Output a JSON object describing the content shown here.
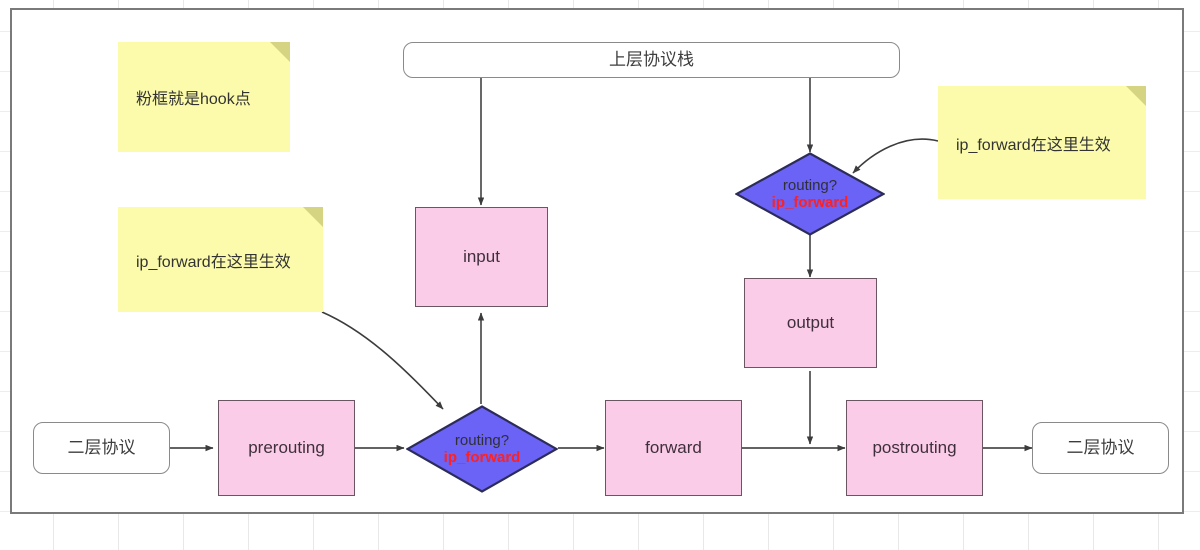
{
  "diagram": {
    "title_note": "粉框就是hook点",
    "colors": {
      "pink_fill": "#fbcce7",
      "pink_stroke": "#6b5563",
      "blue_fill": "#6b63f5",
      "blue_stroke": "#2c2c5a",
      "note_fill": "#fbfbab",
      "note_fold": "#d4d483",
      "edge_stroke": "#4d4d4d",
      "frame_stroke": "#7a7a7a",
      "accent_red": "#ff2020"
    },
    "nodes": {
      "upper_stack": "上层协议栈",
      "input": "input",
      "output": "output",
      "prerouting": "prerouting",
      "postrouting": "postrouting",
      "forward": "forward",
      "l2_in": "二层协议",
      "l2_out": "二层协议",
      "routing_top_line1": "routing?",
      "routing_top_line2": "ip_forward",
      "routing_bottom_line1": "routing?",
      "routing_bottom_line2": "ip_forward"
    },
    "notes": [
      {
        "id": "note-hook",
        "text": "粉框就是hook点"
      },
      {
        "id": "note-ipforward-left",
        "text": "ip_forward在这里生效"
      },
      {
        "id": "note-ipforward-right",
        "text": "ip_forward在这里生效"
      }
    ]
  }
}
